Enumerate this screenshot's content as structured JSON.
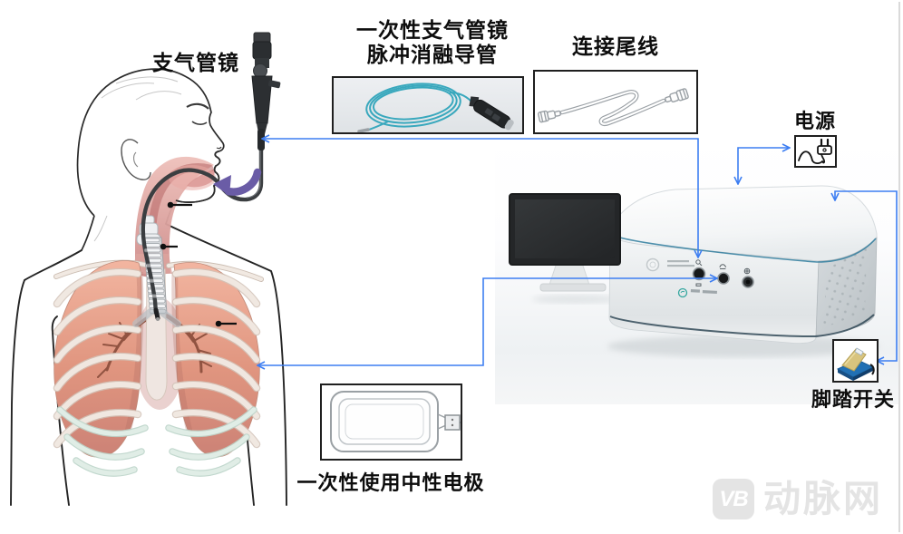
{
  "labels": {
    "bronchoscope": "支气管镜",
    "catheter_line1": "一次性支气管镜",
    "catheter_line2": "脉冲消融导管",
    "tail_wire": "连接尾线",
    "power": "电源",
    "foot_switch": "脚踏开关",
    "neutral_electrode": "一次性使用中性电极"
  },
  "watermark": {
    "logo": "VB",
    "site": "动脉网"
  },
  "icons": {
    "power_plug": "plug-icon",
    "foot_pedal": "foot-pedal-icon",
    "catheter_port": "catheter-port-icon",
    "pedal_port": "pedal-port-icon",
    "electrode_port": "electrode-port-icon",
    "power_button": "power-button-icon"
  },
  "colors": {
    "connector_line": "#3d7ef2",
    "insertion_arrow": "#6a5ca6",
    "catheter_teal": "#3aa9bd",
    "device_accent": "#2f7d9e",
    "pedal_blue": "#2170b4",
    "pedal_pad": "#d8c47e",
    "lung_salmon": "#e59a88",
    "watermark_gray": "#e4e4e4",
    "box_border": "#1f1f1f"
  }
}
